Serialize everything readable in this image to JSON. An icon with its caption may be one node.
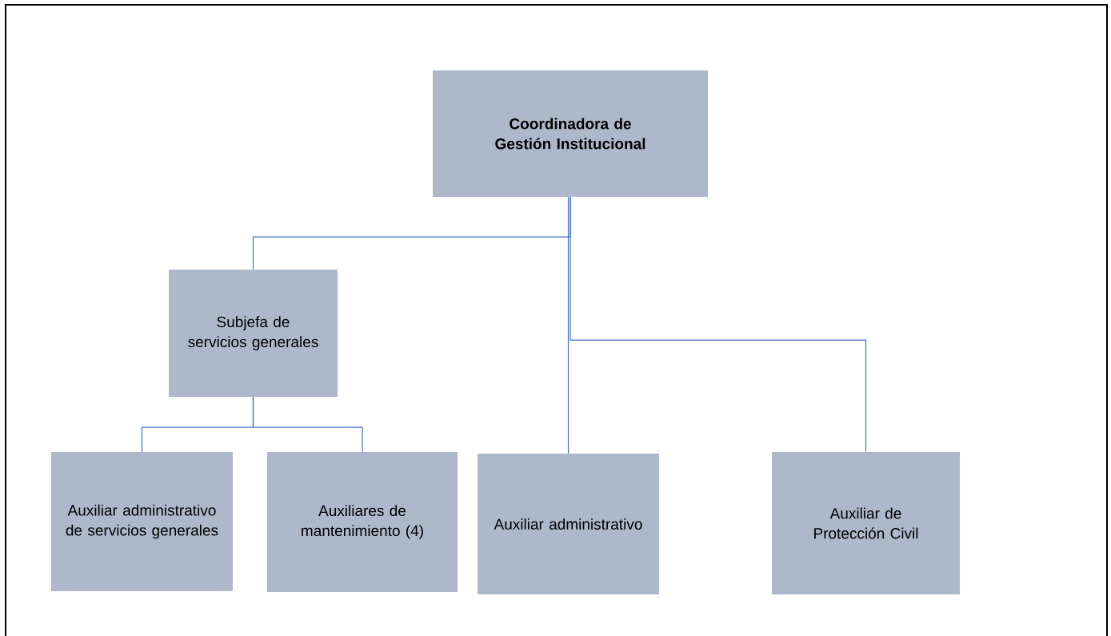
{
  "diagram": {
    "nodes": [
      {
        "text": [
          "Coordinadora de Gestión Institucional"
        ]
      },
      {
        "text": [
          "Subjefa de servicios generales"
        ]
      },
      {
        "text": [
          "Auxiliar administrativo de servicios generales"
        ]
      },
      {
        "text": [
          "Auxiliares de mantenimiento (4)"
        ]
      },
      {
        "text": [
          "Auxiliar administrativo"
        ]
      },
      {
        "text": [
          "Auxiliar de Protección Civil"
        ]
      }
    ],
    "edges": [
      {
        "from": 0,
        "to": 1,
        "arrow": "none"
      },
      {
        "from": 0,
        "to": 4,
        "arrow": "none"
      },
      {
        "from": 0,
        "to": 5,
        "arrow": "none"
      },
      {
        "from": 1,
        "to": 2,
        "arrow": "none"
      },
      {
        "from": 1,
        "to": 3,
        "arrow": "none"
      }
    ]
  }
}
